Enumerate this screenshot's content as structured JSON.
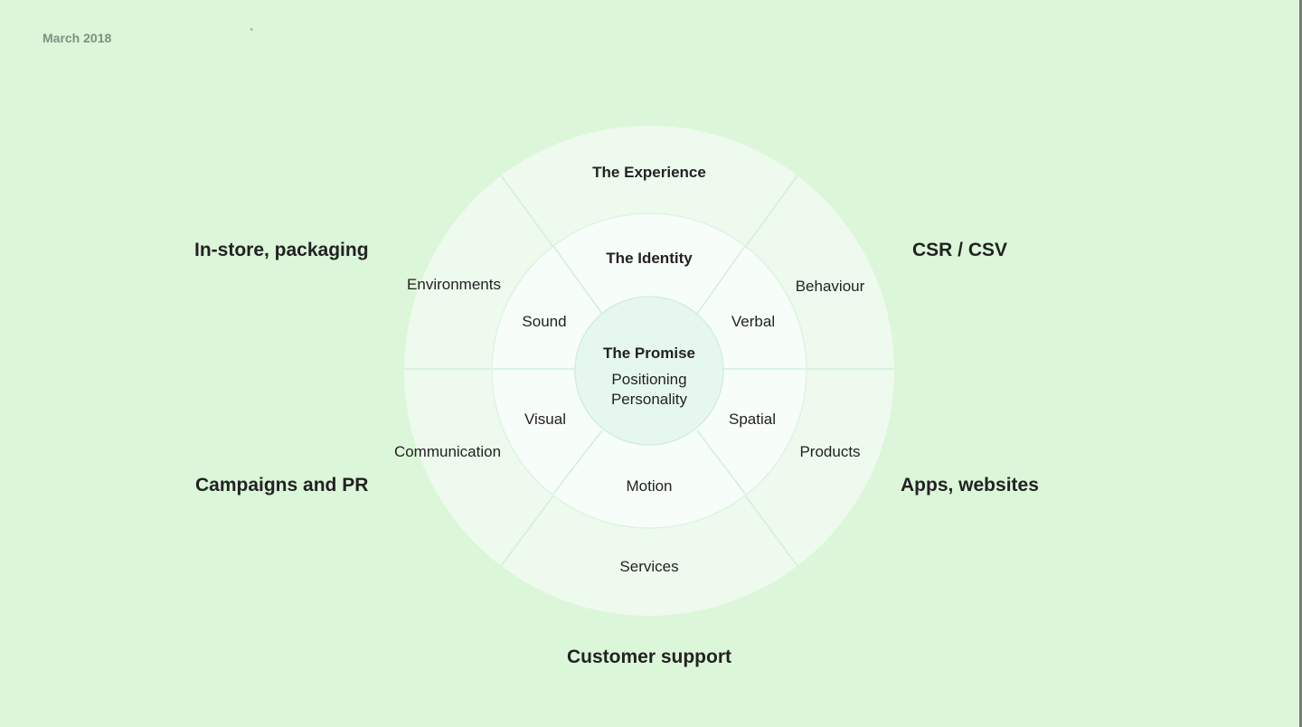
{
  "header": {
    "date": "March 2018",
    "mark": "°"
  },
  "outer_labels": {
    "top_left": "In-store, packaging",
    "top_right": "CSR / CSV",
    "bottom_left": "Campaigns and PR",
    "bottom_right": "Apps, websites",
    "bottom": "Customer support"
  },
  "wheel": {
    "outer_ring": {
      "title": "The Experience",
      "segments": [
        "Environments",
        "Behaviour",
        "Communication",
        "Products",
        "Services"
      ]
    },
    "middle_ring": {
      "title": "The Identity",
      "segments": [
        "Sound",
        "Verbal",
        "Visual",
        "Spatial",
        "Motion"
      ]
    },
    "core": {
      "title": "The Promise",
      "lines": [
        "Positioning",
        "Personality"
      ]
    }
  },
  "colors": {
    "background": "#dcf6d9",
    "outer_ring": "#eefaee",
    "middle_ring": "#f7fdf8",
    "core": "#e6f8ed",
    "divider": "#d2efdd"
  }
}
